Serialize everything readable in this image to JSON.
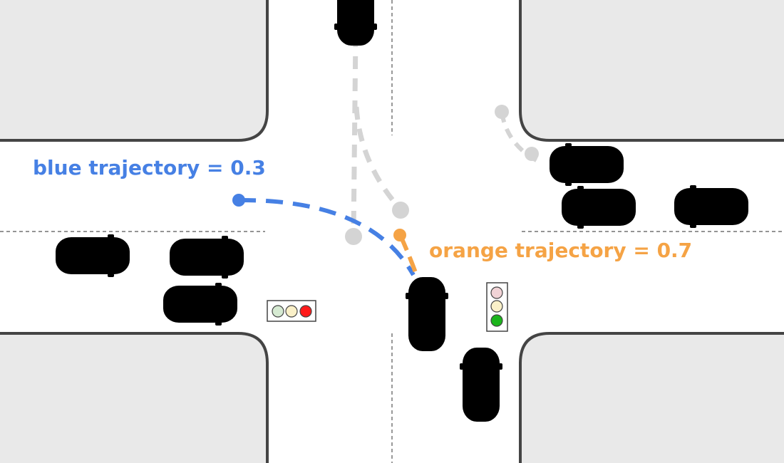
{
  "labels": {
    "blue": "blue trajectory = 0.3",
    "orange": "orange trajectory = 0.7"
  },
  "colors": {
    "blue": "#4680e4",
    "orange": "#f5a345",
    "block_fill": "#e9e9e9",
    "curb": "#444444",
    "lane_marking": "#555555",
    "ghost_trajectory": "#d4d4d4",
    "ego_car_body": "#9b9b9b",
    "faded_car_body": "#e3e3e3",
    "light_red": "#ff1a1a",
    "light_green": "#1cb51c",
    "light_off_red": "#f1d3d6",
    "light_off_yellow": "#faf0c8",
    "light_off_green": "#d6ead2"
  },
  "traffic_lights": {
    "left_signal": {
      "orientation": "horizontal",
      "active": "red"
    },
    "right_signal": {
      "orientation": "vertical",
      "active": "green"
    }
  },
  "icons": [
    "car-icon",
    "traffic-light-icon"
  ]
}
